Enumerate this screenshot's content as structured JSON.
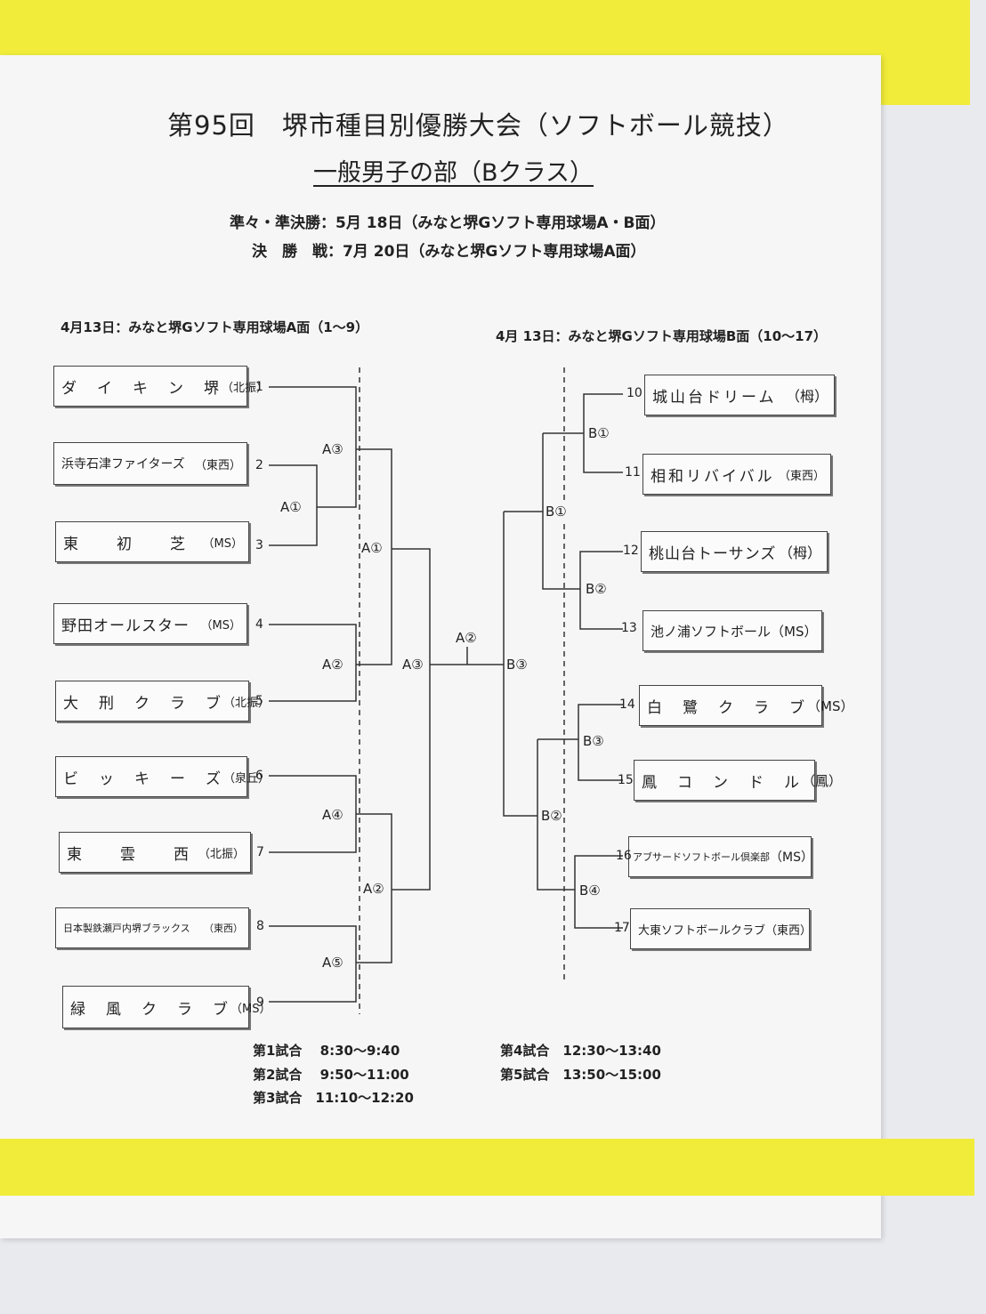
{
  "title": "第95回　堺市種目別優勝大会（ソフトボール競技）",
  "subtitle": "一般男子の部（Bクラス）",
  "schedule": {
    "semi": "準々・準決勝：5月 18日（みなと堺Gソフト専用球場A・B面）",
    "final": "決　勝　戦：7月 20日（みなと堺Gソフト専用球場A面）"
  },
  "left_header": "4月13日：みなと堺Gソフト専用球場A面（1〜9）",
  "right_header": "4月 13日：みなと堺Gソフト専用球場B面（10〜17）",
  "left_teams": [
    {
      "num": "1",
      "name": "ダ　イ　キ　ン　堺",
      "aff": "（北振）"
    },
    {
      "num": "2",
      "name": "浜寺石津ファイターズ",
      "aff": "（東西）"
    },
    {
      "num": "3",
      "name": "東　　初　　芝",
      "aff": "（MS）"
    },
    {
      "num": "4",
      "name": "野田オールスター",
      "aff": "（MS）"
    },
    {
      "num": "5",
      "name": "大　刑　ク　ラ　ブ",
      "aff": "（北振）"
    },
    {
      "num": "6",
      "name": "ビ　ッ　キ　ー　ズ",
      "aff": "（泉丘）"
    },
    {
      "num": "7",
      "name": "東　　雲　　西",
      "aff": "（北振）"
    },
    {
      "num": "8",
      "name": "日本製鉄瀬戸内堺ブラックス",
      "aff": "（東西）"
    },
    {
      "num": "9",
      "name": "緑　風　ク　ラ　ブ",
      "aff": "（MS）"
    }
  ],
  "right_teams": [
    {
      "num": "10",
      "name": "城山台ドリーム",
      "aff": "（栂）"
    },
    {
      "num": "11",
      "name": "相和リバイバル",
      "aff": "（東西）"
    },
    {
      "num": "12",
      "name": "桃山台トーサンズ",
      "aff": "（栂）"
    },
    {
      "num": "13",
      "name": "池ノ浦ソフトボール",
      "aff": "（MS）"
    },
    {
      "num": "14",
      "name": "白　鷺　ク　ラ　ブ",
      "aff": "（MS）"
    },
    {
      "num": "15",
      "name": "鳳　コ　ン　ド　ル",
      "aff": "（鳳）"
    },
    {
      "num": "16",
      "name": "アブサードソフトボール倶楽部",
      "aff": "（MS）"
    },
    {
      "num": "17",
      "name": "大東ソフトボールクラブ",
      "aff": "（東西）"
    }
  ],
  "match_labels": {
    "a1_r1": "A①",
    "a3_r1": "A③",
    "a2_r1": "A②",
    "a4_r1": "A④",
    "a5_r1": "A⑤",
    "a1_r2": "A①",
    "a2_r2": "A②",
    "a3_r3": "A③",
    "a2_final": "A②",
    "b1_r1": "B①",
    "b2_r1": "B②",
    "b3_r1": "B③",
    "b4_r1": "B④",
    "b1_r2": "B①",
    "b2_r2": "B②",
    "b3_r3": "B③"
  },
  "times": {
    "g1": "第1試合　 8:30〜9:40",
    "g2": "第2試合　 9:50〜11:00",
    "g3": "第3試合　11:10〜12:20",
    "g4": "第4試合　12:30〜13:40",
    "g5": "第5試合　13:50〜15:00"
  }
}
